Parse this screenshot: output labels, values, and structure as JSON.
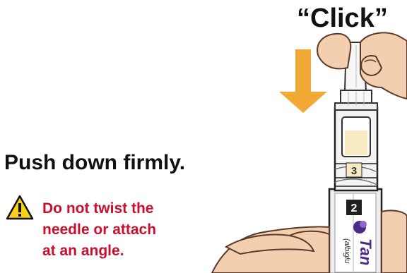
{
  "caption": "“Click”",
  "instruction": "Push down firmly.",
  "warning": {
    "icon": "warning-triangle-icon",
    "lines": [
      "Do not twist the",
      "needle or attach",
      "at an angle."
    ]
  },
  "device": {
    "step_labels": [
      "3",
      "2"
    ],
    "brand_partial": "Tan",
    "brand_sub_partial": "(albiglu"
  },
  "colors": {
    "arrow": "#f0a934",
    "warning_text": "#c8102e",
    "warning_icon_fill": "#f7d117",
    "skin": "#f3cfb0",
    "skin_outline": "#5a3a2a",
    "brand": "#4a2a86"
  }
}
